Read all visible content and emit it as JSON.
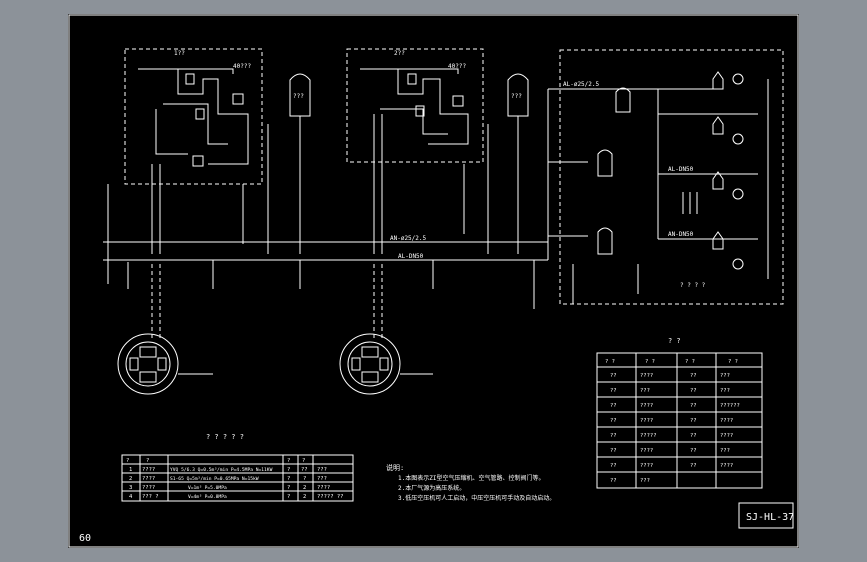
{
  "page_number": "60",
  "drawing_code": "SJ-HL-37",
  "station_labels": {
    "unit_a_top": "1??",
    "unit_a_tag": "40???",
    "unit_b_top": "2??",
    "unit_b_tag": "40???",
    "tank_a": "???",
    "tank_b": "???",
    "manifold": "AL-DN50",
    "manifold_2": "AN-DN50",
    "header_label": "AN-ø25/2.5",
    "header_label_2": "AL-ø25/2.5",
    "right_footer": "? ? ? ?"
  },
  "equipment_table": {
    "title": "? ? ? ? ?",
    "header": [
      "?",
      "?",
      "",
      "?",
      "?"
    ],
    "rows": [
      [
        "1",
        "????",
        "YVQ 5/6.3  Q=0.5m³/min  P=4.5MPa  N=11KW",
        "?",
        "??",
        "???"
      ],
      [
        "2",
        "????",
        "S1-65  Q=5m³/min  P=0.65MPa  N=15kW",
        "?",
        "?",
        "???"
      ],
      [
        "3",
        "????",
        "V=1m³  P=5.0MPa",
        "?",
        "2",
        "????"
      ],
      [
        "4",
        "??? ?",
        "V=4m³  P=0.8MPa",
        "?",
        "2",
        "????? ??"
      ]
    ]
  },
  "notes": {
    "title": "说明:",
    "items": [
      "1.本图表示ZI型空气压缩机、空气管路、控制阀门等。",
      "2.本厂气源为高压系统。",
      "3.低压空压机可人工启动，中压空压机可手动及自动启动。"
    ]
  },
  "legend": {
    "title": "? ?",
    "header": [
      "? ?",
      "? ?",
      "? ?",
      "? ?"
    ],
    "rows": [
      [
        "??",
        "????",
        "??",
        "???"
      ],
      [
        "??",
        "???",
        "??",
        "???"
      ],
      [
        "??",
        "????",
        "??",
        "??????"
      ],
      [
        "??",
        "????",
        "??",
        "????"
      ],
      [
        "??",
        "?????",
        "??",
        "????"
      ],
      [
        "??",
        "????",
        "??",
        "???"
      ],
      [
        "??",
        "????",
        "??",
        "????"
      ],
      [
        "??",
        "???",
        "",
        ""
      ]
    ]
  }
}
